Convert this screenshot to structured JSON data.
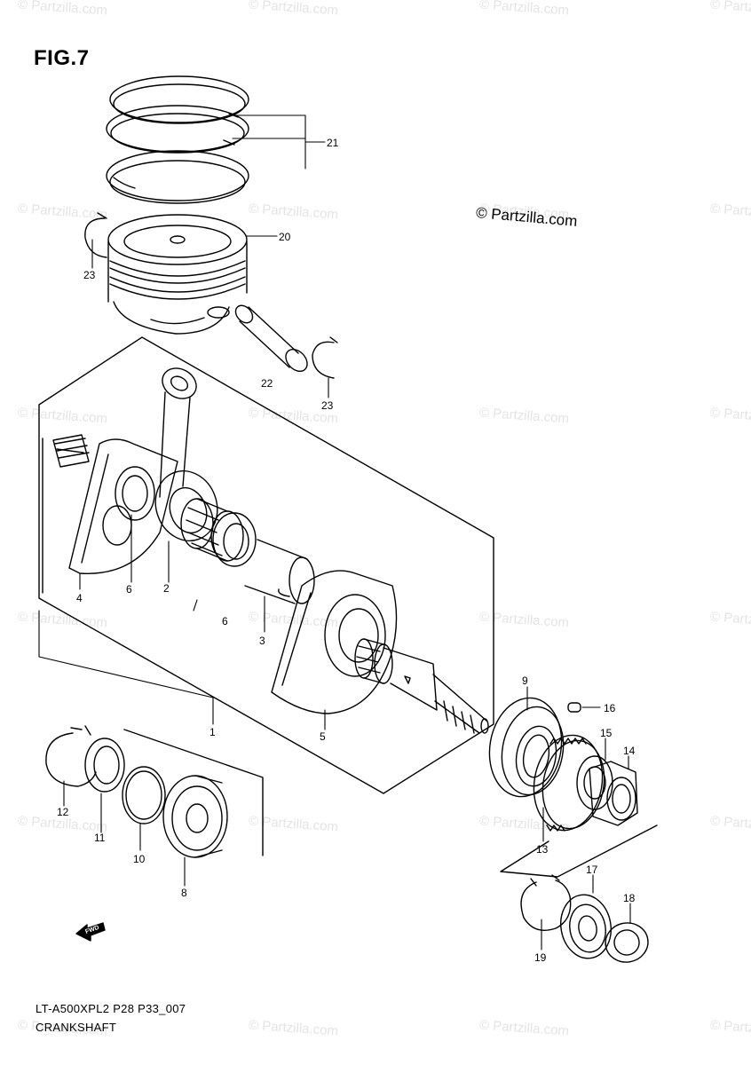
{
  "figure": {
    "title": "FIG.7",
    "copyright": "© Partzilla.com",
    "model_code": "LT-A500XPL2 P28 P33_007",
    "name": "CRANKSHAFT",
    "watermark": "© Partzilla.com",
    "front_arrow": "FWD"
  },
  "callouts": [
    "21",
    "20",
    "23",
    "22",
    "23",
    "4",
    "6",
    "2",
    "6",
    "3",
    "1",
    "5",
    "9",
    "16",
    "15",
    "14",
    "13",
    "12",
    "11",
    "10",
    "8",
    "17",
    "18",
    "19"
  ]
}
